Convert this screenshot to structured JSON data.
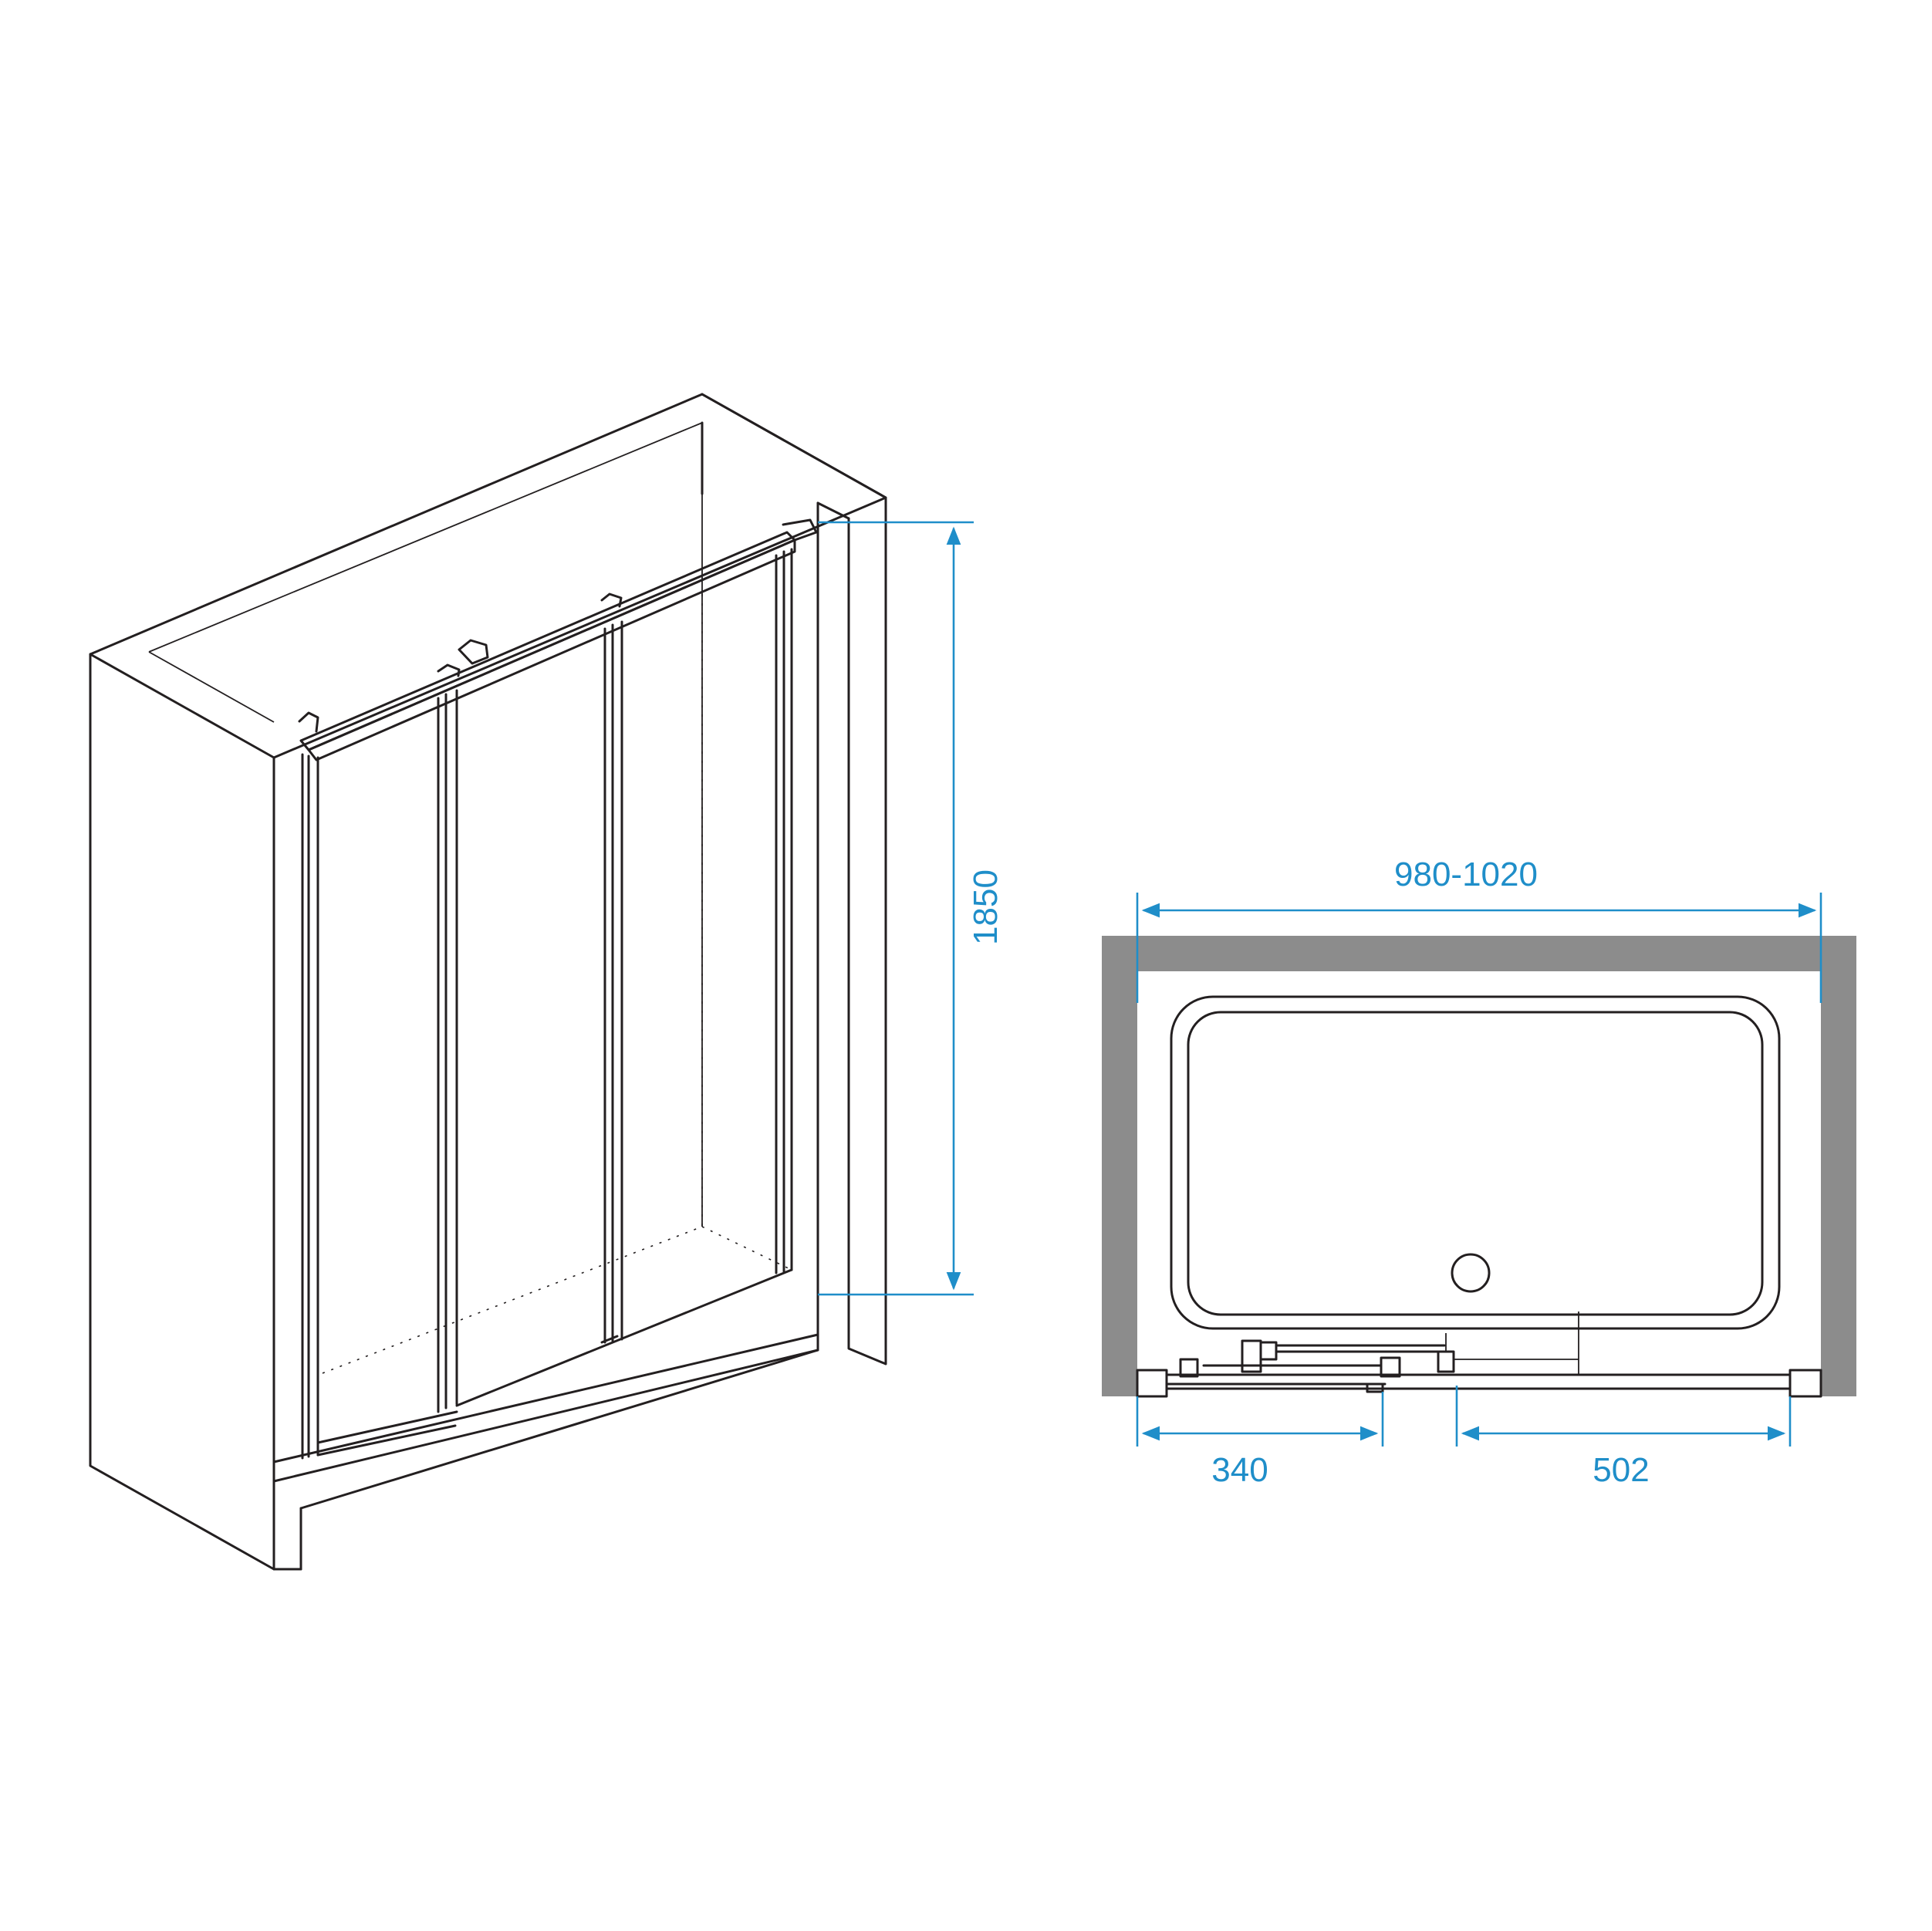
{
  "dimensions": {
    "height": "1850",
    "width_range": "980-1020",
    "fixed_panel": "340",
    "door_opening": "502"
  },
  "colors": {
    "dimension": "#1f8ec9",
    "line": "#231f20",
    "wall": "#8c8c8c"
  }
}
